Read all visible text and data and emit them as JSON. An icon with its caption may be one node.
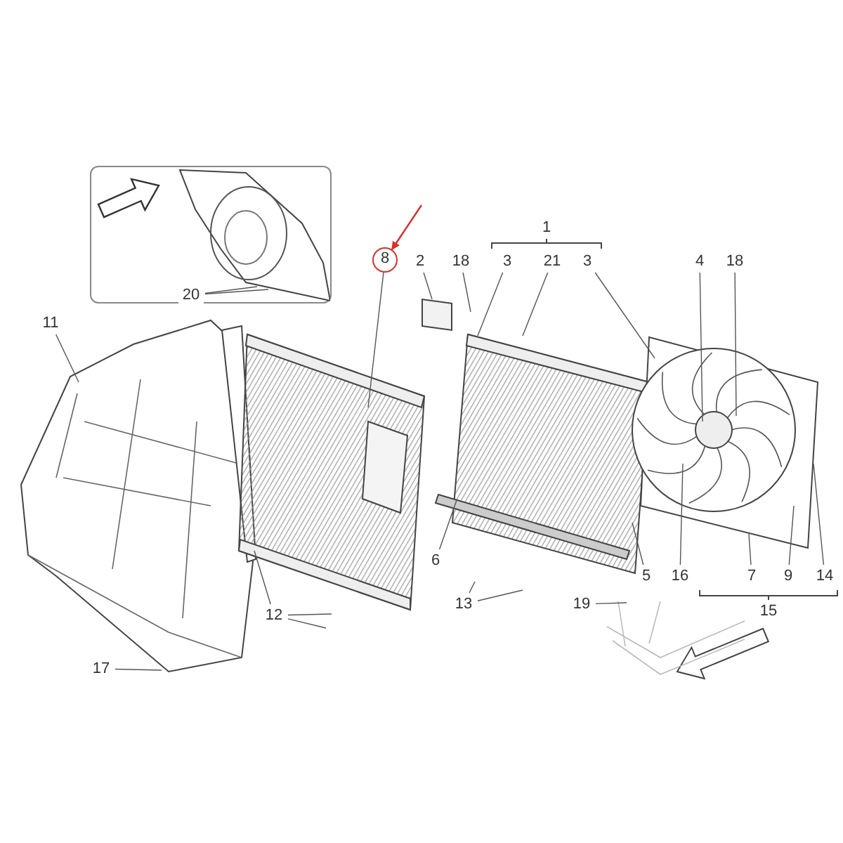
{
  "diagram": {
    "nodes": [
      {
        "text": [],
        "shape": "box"
      },
      {
        "text": [
          "20"
        ],
        "in": 0
      },
      {
        "text": [
          "8"
        ]
      },
      {
        "text": [
          "2"
        ]
      },
      {
        "text": [
          "18"
        ]
      },
      {
        "text": [
          "3"
        ]
      },
      {
        "text": [
          "21"
        ]
      },
      {
        "text": [
          "3"
        ]
      },
      {
        "text": [
          "4"
        ]
      },
      {
        "text": [
          "18"
        ]
      },
      {
        "text": [
          "11"
        ]
      },
      {
        "text": [
          "6"
        ]
      },
      {
        "text": [
          "12"
        ]
      },
      {
        "text": [
          "13"
        ]
      },
      {
        "text": [
          "19"
        ]
      },
      {
        "text": [
          "5"
        ]
      },
      {
        "text": [
          "16"
        ]
      },
      {
        "text": [
          "7"
        ]
      },
      {
        "text": [
          "9"
        ]
      },
      {
        "text": [
          "14"
        ]
      },
      {
        "text": [
          "17"
        ]
      },
      {
        "text": [],
        "shape": "picture",
        "in": 0
      },
      {
        "text": [],
        "shape": "picture"
      },
      {
        "text": [],
        "shape": "picture"
      },
      {
        "text": [],
        "shape": "picture"
      },
      {
        "text": [],
        "shape": "picture"
      },
      {
        "text": [],
        "shape": "box"
      },
      {
        "text": [],
        "shape": "picture"
      },
      {
        "text": [
          "1"
        ]
      },
      {
        "text": [
          "15"
        ]
      }
    ],
    "edges": [
      {
        "from": 1,
        "to": 21,
        "arrow": "none"
      },
      {
        "from": 1,
        "to": 21,
        "arrow": "none"
      },
      {
        "from": null,
        "to": 2,
        "arrow": "to",
        "color": "#d9302c"
      },
      {
        "from": 2,
        "to": 23,
        "arrow": "none"
      },
      {
        "from": 3,
        "to": 26,
        "arrow": "none"
      },
      {
        "from": 4,
        "to": null,
        "arrow": "none"
      },
      {
        "from": 5,
        "to": 24,
        "arrow": "none"
      },
      {
        "from": 6,
        "to": 24,
        "arrow": "none"
      },
      {
        "from": 7,
        "to": 25,
        "arrow": "none"
      },
      {
        "from": 8,
        "to": 25,
        "arrow": "none"
      },
      {
        "from": 9,
        "to": 25,
        "arrow": "none"
      },
      {
        "from": 10,
        "to": 22,
        "arrow": "none"
      },
      {
        "from": 11,
        "to": 24,
        "arrow": "none"
      },
      {
        "from": 12,
        "to": 22,
        "arrow": "none"
      },
      {
        "from": 12,
        "to": null,
        "arrow": "none"
      },
      {
        "from": 12,
        "to": null,
        "arrow": "none"
      },
      {
        "from": 13,
        "to": null,
        "arrow": "none"
      },
      {
        "from": 13,
        "to": null,
        "arrow": "none"
      },
      {
        "from": 14,
        "to": 27,
        "arrow": "none"
      },
      {
        "from": 15,
        "to": 24,
        "arrow": "none"
      },
      {
        "from": 16,
        "to": 25,
        "arrow": "none"
      },
      {
        "from": 17,
        "to": 25,
        "arrow": "none"
      },
      {
        "from": 18,
        "to": 25,
        "arrow": "none"
      },
      {
        "from": 19,
        "to": 25,
        "arrow": "none"
      },
      {
        "from": 20,
        "to": 22,
        "arrow": "none"
      }
    ]
  }
}
